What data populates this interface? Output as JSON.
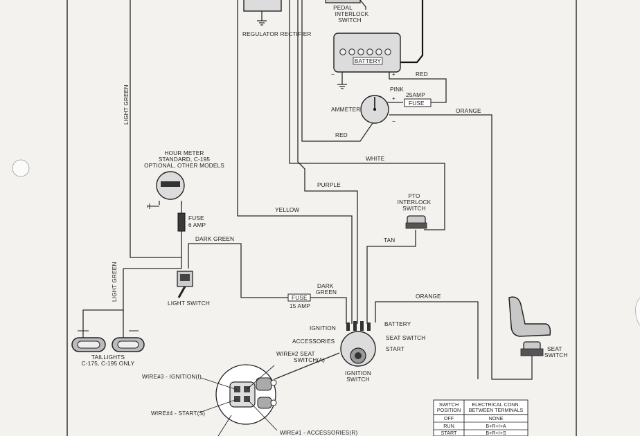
{
  "components": {
    "regulator": "REGULATOR RECTIFIER",
    "pedal_interlock": [
      "PEDAL",
      "INTERLOCK",
      "SWITCH"
    ],
    "battery": "BATTERY",
    "ammeter": "AMMETER",
    "fuse_25": [
      "25AMP",
      "FUSE"
    ],
    "hour_meter": [
      "HOUR METER",
      "STANDARD, C-195",
      "OPTIONAL, OTHER MODELS"
    ],
    "fuse_6": [
      "FUSE",
      "6 AMP"
    ],
    "light_switch": "LIGHT SWITCH",
    "taillights": [
      "TAILLIGHTS",
      "C-175, C-195 ONLY"
    ],
    "fuse_15": [
      "FUSE",
      "15 AMP"
    ],
    "pto_interlock": [
      "PTO",
      "INTERLOCK",
      "SWITCH"
    ],
    "ignition_switch": [
      "IGNITION",
      "SWITCH"
    ],
    "seat_switch": [
      "SEAT",
      "SWITCH"
    ]
  },
  "wires": {
    "light_green_1": "LIGHT GREEN",
    "light_green_2": "LIGHT GREEN",
    "red_1": "RED",
    "red_2": "RED",
    "pink": "PINK",
    "orange_1": "ORANGE",
    "orange_2": "ORANGE",
    "white": "WHITE",
    "purple": "PURPLE",
    "yellow": "YELLOW",
    "tan": "TAN",
    "dark_green_1": "DARK GREEN",
    "dark_green_2": [
      "DARK",
      "GREEN"
    ]
  },
  "polarity": {
    "minus": "−",
    "plus": "+"
  },
  "terminals": {
    "ignition": "IGNITION",
    "accessories": "ACCESSORIES",
    "battery": "BATTERY",
    "seat_switch": "SEAT SWITCH",
    "start": "START"
  },
  "switch_back": {
    "wire2": [
      "WIRE#2 SEAT",
      "SWITCH(A)"
    ],
    "wire3": "WIRE#3 - IGNITION(I)",
    "wire4": "WIRE#4 - START(S)",
    "wire1": "WIRE#1 - ACCESSORIES(R)"
  },
  "table": {
    "headers": [
      [
        "SWITCH",
        "POSITION"
      ],
      [
        "ELECTRICAL CONN.",
        "BETWEEN TERMINALS"
      ]
    ],
    "rows": [
      [
        "OFF",
        "NONE"
      ],
      [
        "RUN",
        "B+R+I+A"
      ],
      [
        "START",
        "B+R+I+S"
      ]
    ]
  }
}
